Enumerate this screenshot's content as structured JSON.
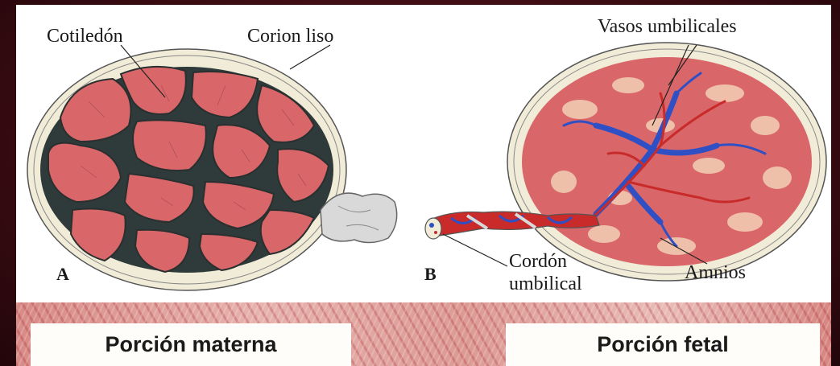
{
  "diagram": {
    "labels": {
      "cotyledon": "Cotiledón",
      "smooth_chorion": "Corion liso",
      "umbilical_vessels": "Vasos umbilicales",
      "umbilical_cord_line1": "Cordón",
      "umbilical_cord_line2": "umbilical",
      "amnion": "Amnios",
      "panel_a": "A",
      "panel_b": "B"
    },
    "captions": {
      "maternal": "Porción materna",
      "fetal": "Porción fetal"
    },
    "colors": {
      "cotyledon_fill": "#d9676a",
      "groove": "#2f3a3a",
      "membrane": "#f1ecd8",
      "vessel_blue": "#2f4fc4",
      "vessel_red": "#c92a2a",
      "cord_grey": "#d9d9d9"
    }
  }
}
